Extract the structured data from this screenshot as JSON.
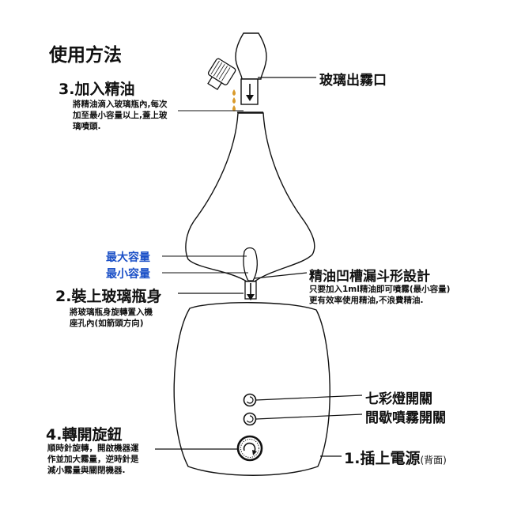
{
  "title": "使用方法",
  "steps": {
    "step3": {
      "title": "3.加入精油",
      "lines": [
        "將精油滴入玻璃瓶內,每次",
        "加至最小容量以上,蓋上玻",
        "璃噴頭."
      ]
    },
    "step2": {
      "title": "2.裝上玻璃瓶身",
      "lines": [
        "將玻璃瓶身旋轉置入機",
        "座孔內(如箭頭方向)"
      ]
    },
    "step4": {
      "title": "4.轉開旋鈕",
      "lines": [
        "順時針旋轉，開啟機器運",
        "作並加大霧量，逆時針是",
        "減小霧量與關閉機器."
      ]
    },
    "step1": {
      "title": "1.插上電源",
      "note": "(背面)"
    }
  },
  "labels": {
    "nozzle": "玻璃出霧口",
    "max_capacity": "最大容量",
    "min_capacity": "最小容量",
    "funnel_design": "精油凹槽漏斗形設計",
    "funnel_lines": [
      "只要加入1ml精油即可噴霧(最小容量)",
      "更有效率使用精油,不浪費精油."
    ],
    "color_switch": "七彩燈開關",
    "interval_switch": "間歇噴霧開關"
  },
  "colors": {
    "capacity_label": "#1a4fc7",
    "oil_drop": "#d99a2b",
    "text": "#111111"
  }
}
